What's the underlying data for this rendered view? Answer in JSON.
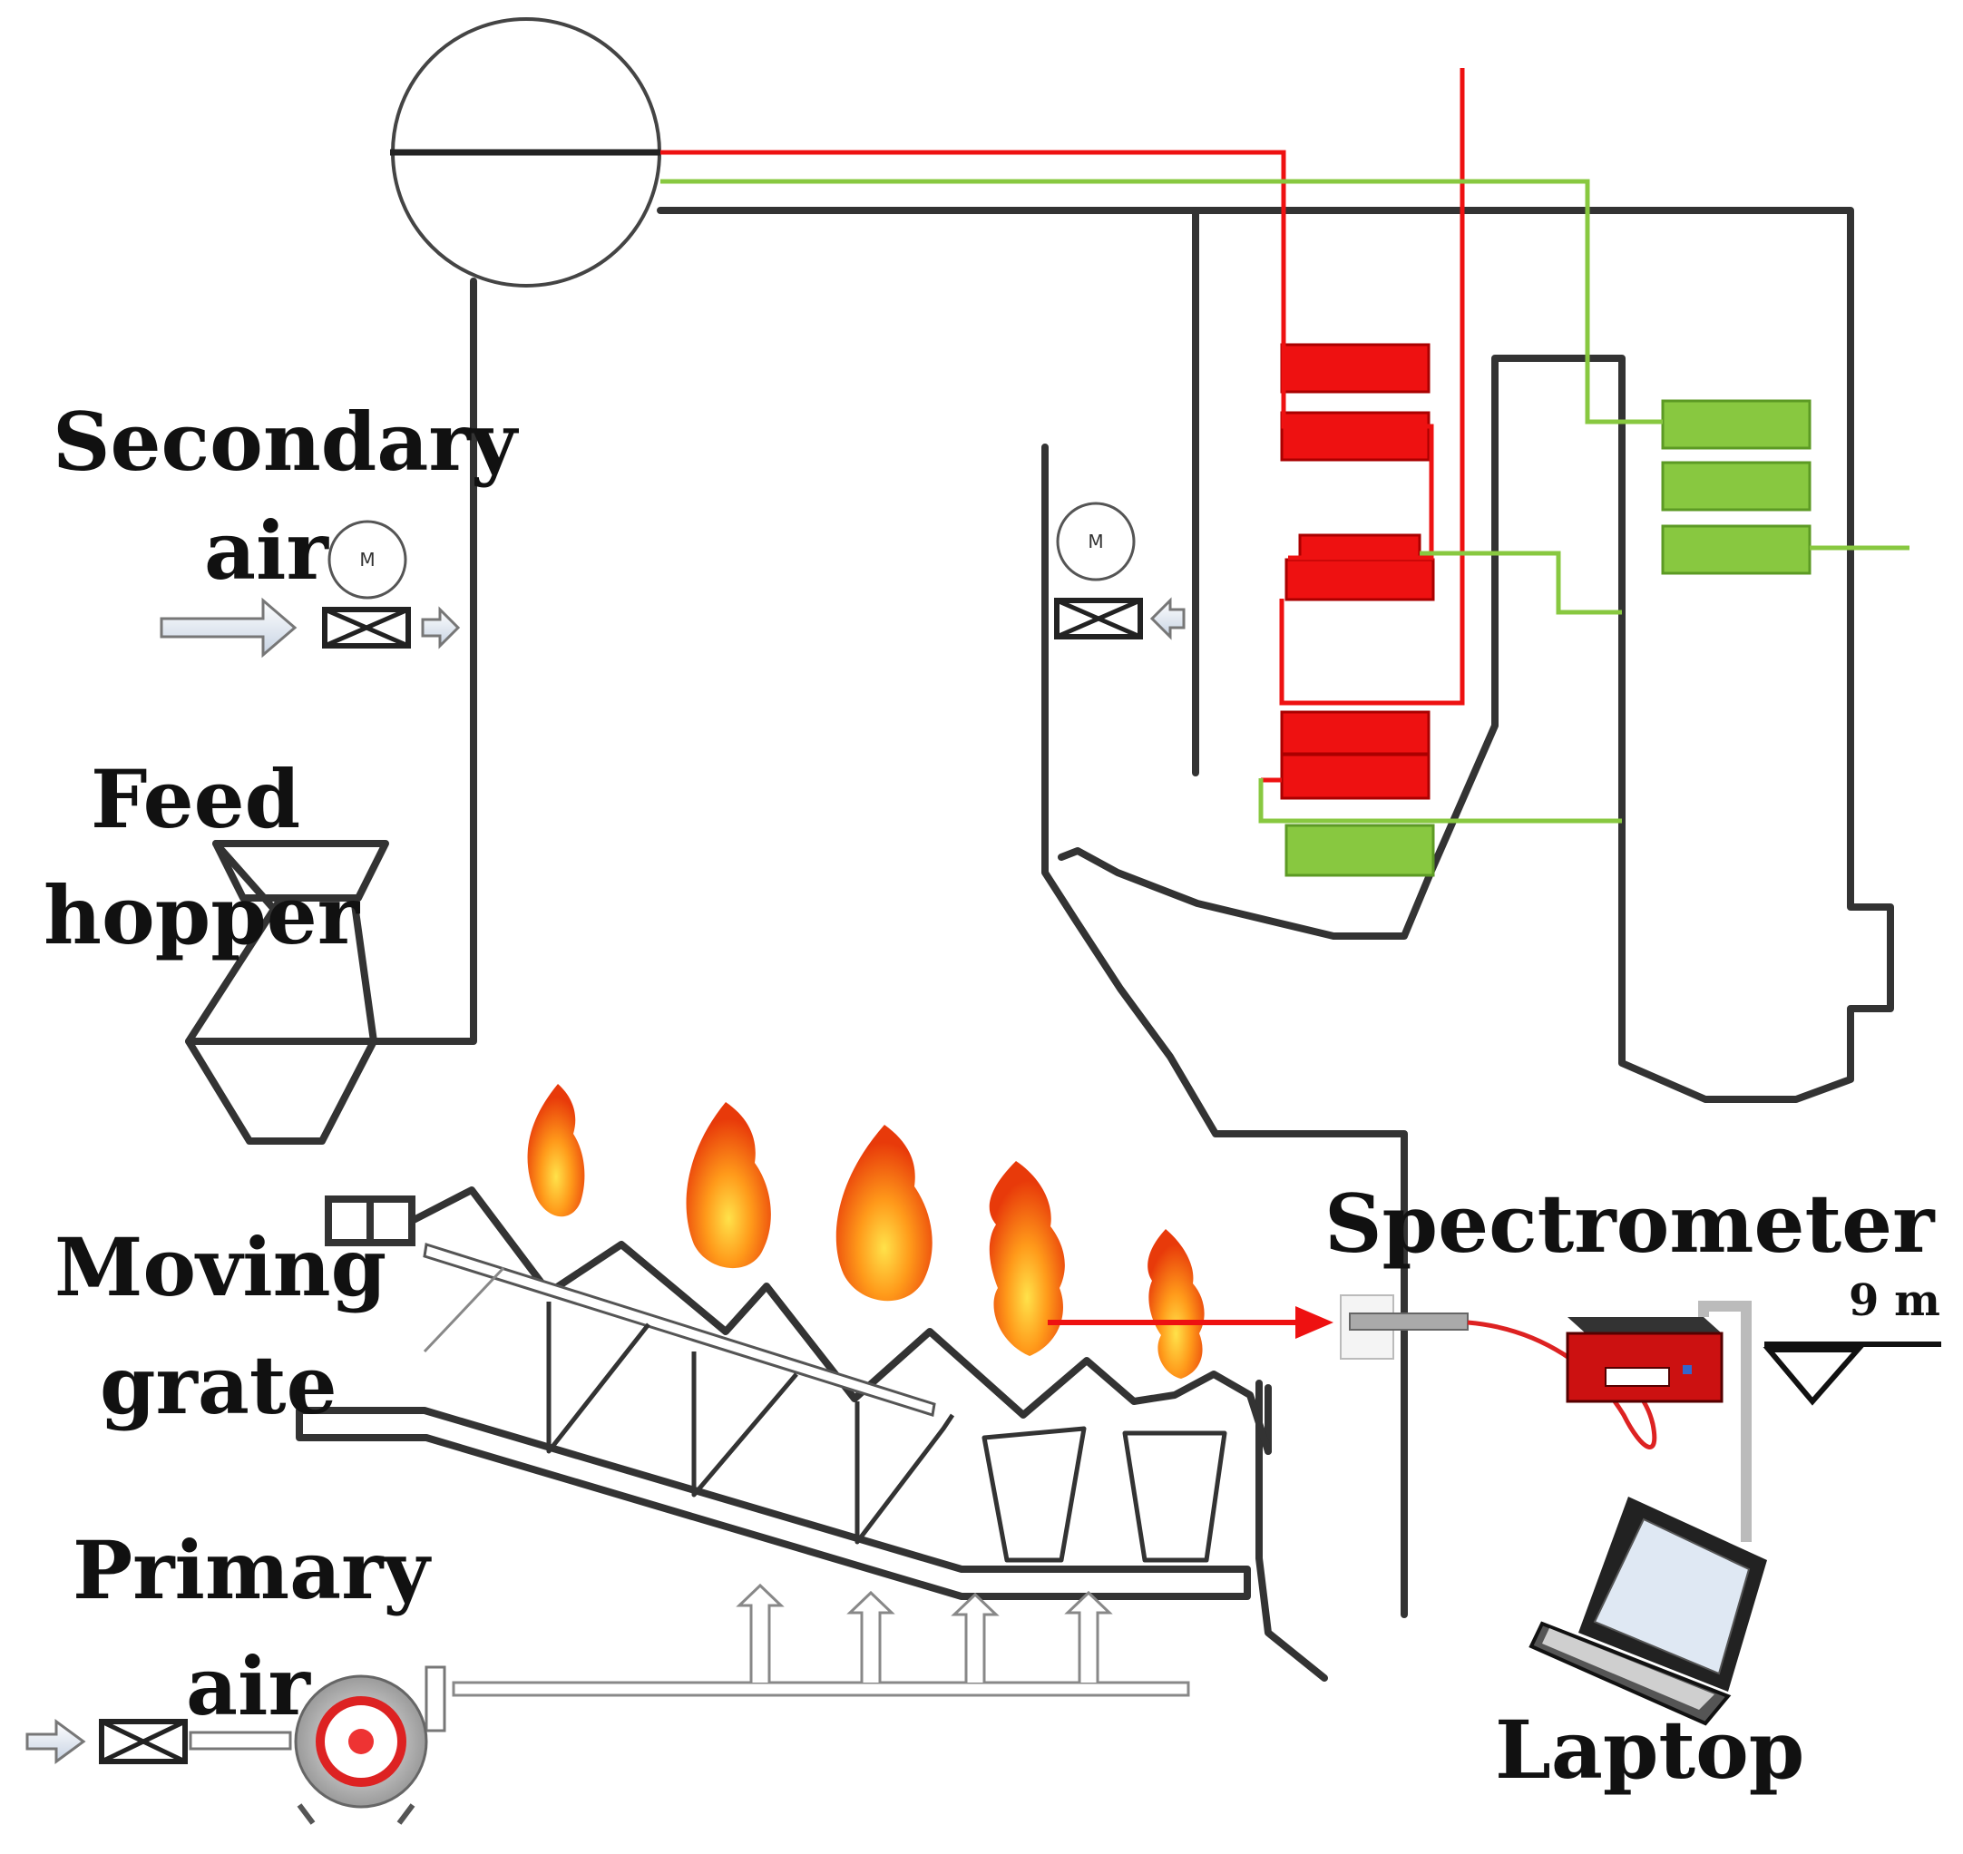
{
  "labels": {
    "secondary_air_line1": "Secondary",
    "secondary_air_line2": "air",
    "feed_hopper_line1": "Feed",
    "feed_hopper_line2": "hopper",
    "moving_grate_line1": "Moving",
    "moving_grate_line2": "grate",
    "primary_air_line1": "Primary",
    "primary_air_line2": "air",
    "spectrometer": "Spectrometer",
    "laptop": "Laptop",
    "height_mark": "9 m",
    "motor_symbol": "M"
  },
  "colors": {
    "water_line": "#ee1111",
    "steam_line": "#88c840",
    "walls": "#333333"
  }
}
